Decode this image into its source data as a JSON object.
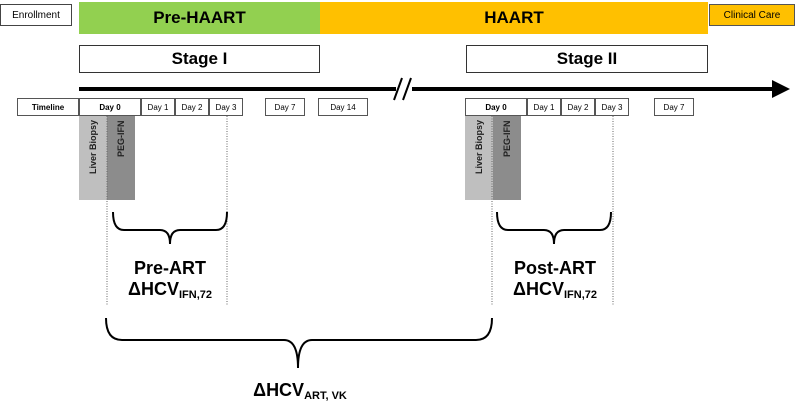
{
  "enrollment": "Enrollment",
  "pre_haart": "Pre-HAART",
  "haart": "HAART",
  "clinical_care": "Clinical Care",
  "stage1": "Stage I",
  "stage2": "Stage II",
  "timeline_left": [
    "Timeline",
    "Day 0",
    "Day 1",
    "Day 2",
    "Day 3",
    "Day 7",
    "Day 14"
  ],
  "timeline_right": [
    "Day 0",
    "Day 1",
    "Day 2",
    "Day 3",
    "Day 7"
  ],
  "liver_biopsy": "Liver Biopsy",
  "peg_ifn": "PEG-IFN",
  "pre_art": {
    "line1": "Pre-ART",
    "main": "ΔHCV",
    "sub": "IFN,72"
  },
  "post_art": {
    "line1": "Post-ART",
    "main": "ΔHCV",
    "sub": "IFN,72"
  },
  "overall": {
    "main": "ΔHCV",
    "sub": "ART, VK"
  },
  "colors": {
    "pre_haart": "#92d050",
    "haart": "#ffc000",
    "clinical_care": "#ffc000",
    "biopsy": "#bfbfbf",
    "peg": "#8c8c8c"
  }
}
